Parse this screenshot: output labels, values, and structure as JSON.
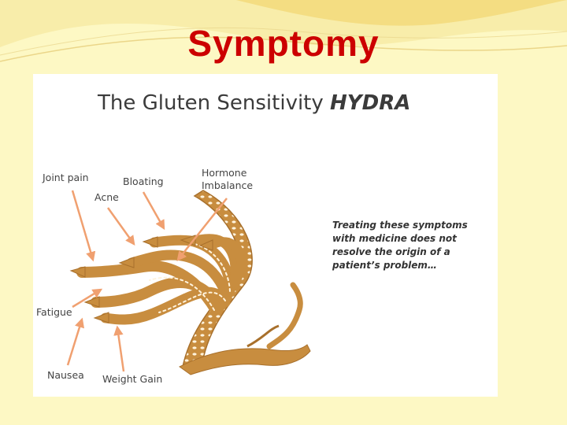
{
  "slide": {
    "title": "Symptomy"
  },
  "diagram": {
    "title": "The Gluten Sensitivity",
    "title_emphasis": "HYDRA",
    "labels": {
      "joint_pain": "Joint pain",
      "acne": "Acne",
      "bloating": "Bloating",
      "hormone_line1": "Hormone",
      "hormone_line2": "Imbalance",
      "fatigue": "Fatigue",
      "nausea": "Nausea",
      "weight_gain": "Weight Gain"
    },
    "note": "Treating these symptoms with medicine does not resolve the origin of a patient’s problem…"
  },
  "colors": {
    "title_red": "#cc0000",
    "background_cream": "#fdf8c4",
    "swoosh_gold": "#f0d060",
    "arrow_orange": "#f0a070",
    "hydra_body": "#c88d3f",
    "hydra_dark": "#a8702c"
  }
}
